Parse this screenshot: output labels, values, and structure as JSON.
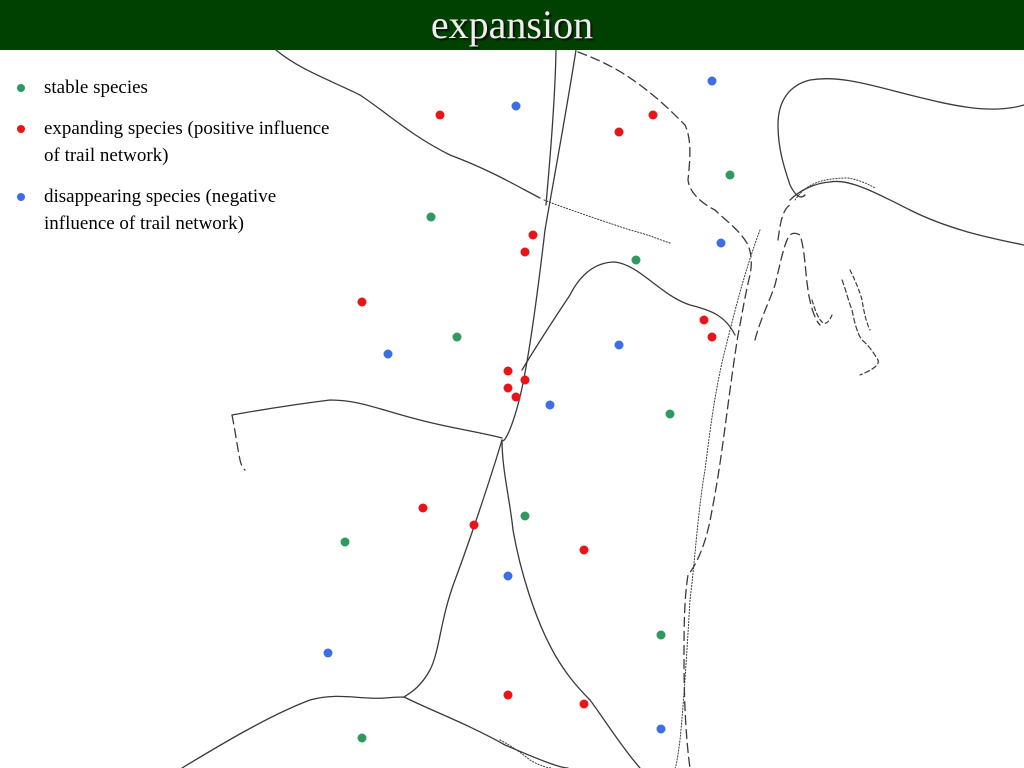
{
  "title": "expansion",
  "colors": {
    "header_bg": "#004000",
    "stable": "#2e9a5e",
    "expanding": "#e81418",
    "disappearing": "#3c6ee6",
    "trail": "#3a3a3a"
  },
  "legend": {
    "items": [
      {
        "id": "stable",
        "label": "stable species",
        "color": "#2e9a5e"
      },
      {
        "id": "expanding",
        "label": "expanding species (positive influence of trail network)",
        "color": "#e81418"
      },
      {
        "id": "disappearing",
        "label": "disappearing species (negative influence of trail network)",
        "color": "#3c6ee6"
      }
    ]
  },
  "map": {
    "marker_counts": {
      "stable": 11,
      "expanding": 18,
      "disappearing": 11
    }
  }
}
